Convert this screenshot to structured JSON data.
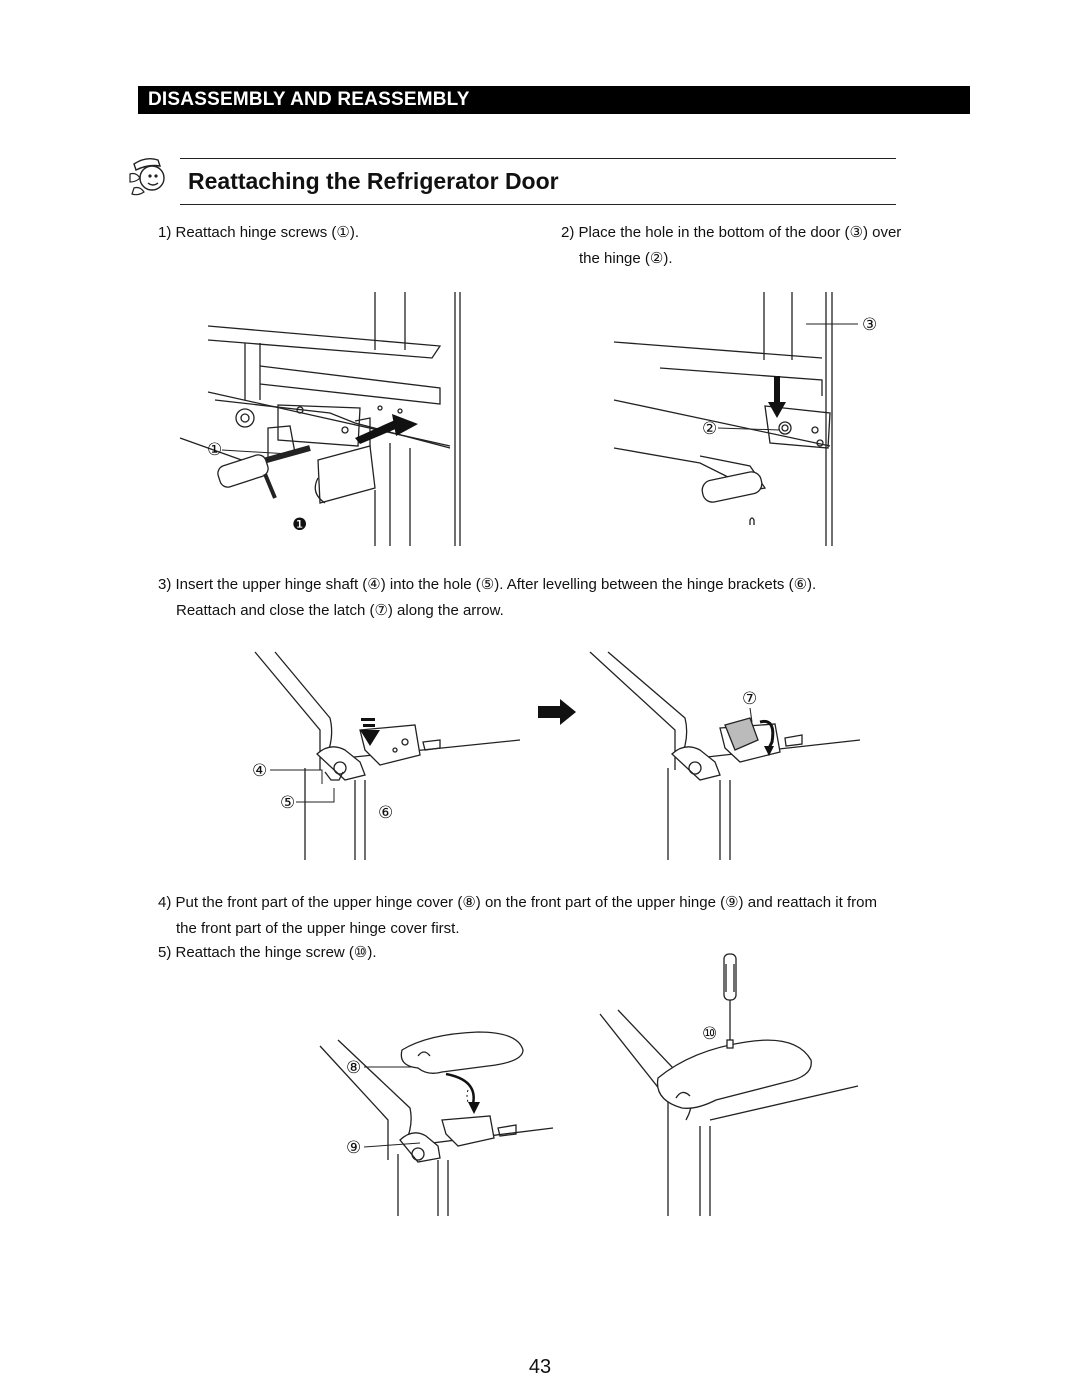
{
  "header": {
    "section_title": "DISASSEMBLY AND REASSEMBLY"
  },
  "heading": {
    "title": "Reattaching the Refrigerator Door",
    "mascot_icon": "technician-mascot-icon"
  },
  "steps": [
    {
      "id": "1",
      "line1": "1) Reattach hinge screws (①)."
    },
    {
      "id": "2",
      "line1": "2) Place the hole in the bottom of the door (③) over",
      "line2": "the hinge (②)."
    },
    {
      "id": "3",
      "line1": "3) Insert the upper hinge shaft (④) into the hole (⑤). After levelling between the hinge brackets (⑥).",
      "line2": "Reattach and close the latch (⑦) along the arrow."
    },
    {
      "id": "4",
      "line1": "4) Put the front part of the upper hinge cover (⑧) on the front part of the upper hinge (⑨) and reattach it from",
      "line2": "the front part of the upper hinge cover first."
    },
    {
      "id": "5",
      "line1": "5) Reattach the hinge screw (⑩)."
    }
  ],
  "callouts": {
    "c1": "①",
    "c1_filled": "❶",
    "c2": "②",
    "c3": "③",
    "c4": "④",
    "c5": "⑤",
    "c6": "⑥",
    "c7": "⑦",
    "c8": "⑧",
    "c9": "⑨",
    "c10": "⑩"
  },
  "page_number": "43"
}
